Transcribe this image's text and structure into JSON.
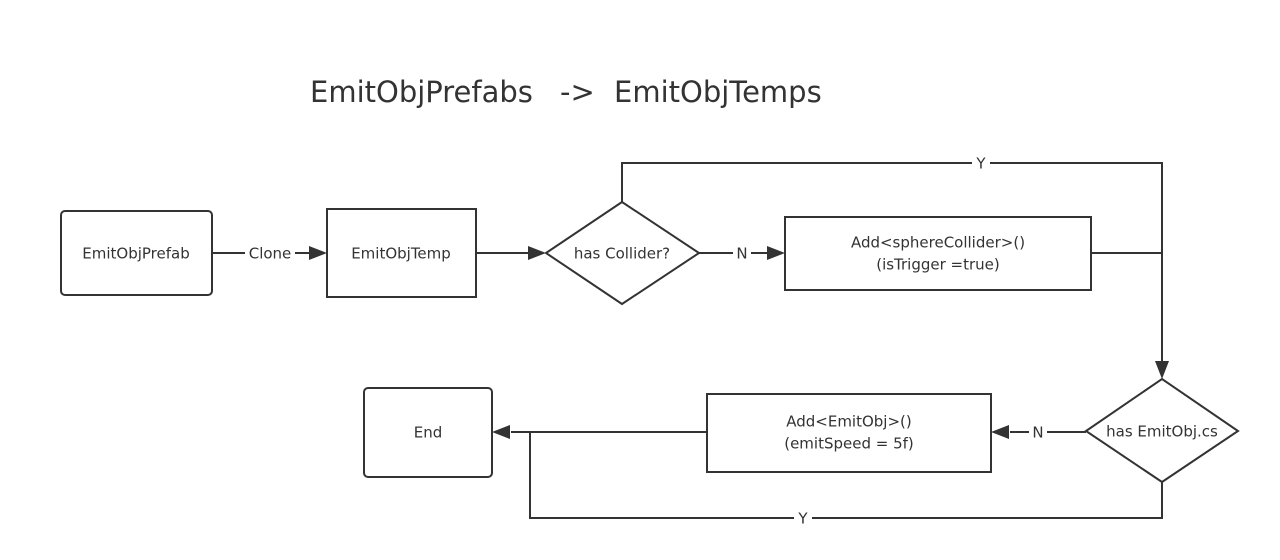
{
  "title": {
    "left": "EmitObjPrefabs",
    "arrow": "->",
    "right": "EmitObjTemps"
  },
  "nodes": {
    "prefab": "EmitObjPrefab",
    "temp": "EmitObjTemp",
    "has_collider": "has Collider?",
    "add_collider_line1": "Add<sphereCollider>()",
    "add_collider_line2": "(isTrigger =true)",
    "has_emitobj": "has EmitObj.cs",
    "add_emitobj_line1": "Add<EmitObj>()",
    "add_emitobj_line2": "(emitSpeed = 5f)",
    "end": "End"
  },
  "edges": {
    "clone": "Clone",
    "collider_no": "N",
    "collider_yes": "Y",
    "emitobj_no": "N",
    "emitobj_yes": "Y"
  }
}
